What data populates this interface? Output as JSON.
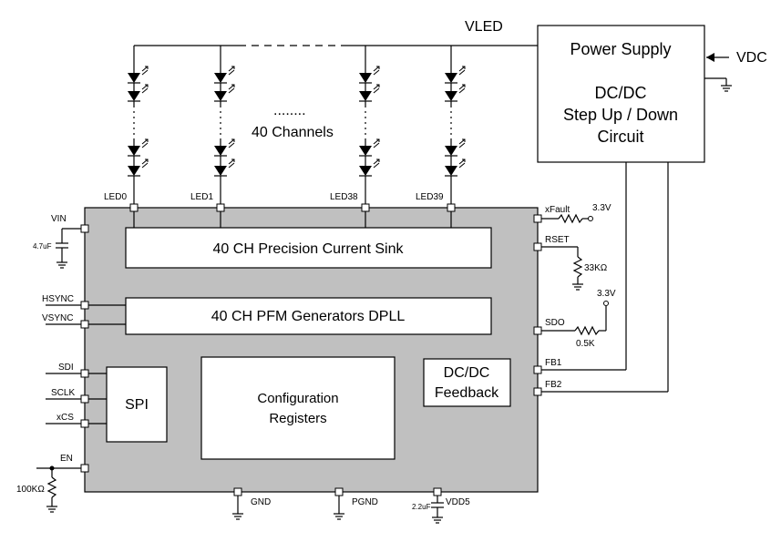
{
  "supply": {
    "title": "Power Supply",
    "line1": "DC/DC",
    "line2": "Step Up / Down",
    "line3": "Circuit",
    "vdc": "VDC",
    "vled": "VLED"
  },
  "channels": {
    "label": "40 Channels",
    "dots": "........",
    "leds": [
      "LED0",
      "LED1",
      "LED38",
      "LED39"
    ]
  },
  "blocks": {
    "current_sink": "40 CH Precision Current Sink",
    "pfm": "40 CH PFM Generators DPLL",
    "spi": "SPI",
    "config_line1": "Configuration",
    "config_line2": "Registers",
    "feedback_line1": "DC/DC",
    "feedback_line2": "Feedback"
  },
  "left_pins": {
    "vin": "VIN",
    "hsync": "HSYNC",
    "vsync": "VSYNC",
    "sdi": "SDI",
    "sclk": "SCLK",
    "xcs": "xCS",
    "en": "EN"
  },
  "right_pins": {
    "xfault": "xFault",
    "rset": "RSET",
    "sdo": "SDO",
    "fb1": "FB1",
    "fb2": "FB2"
  },
  "bottom_pins": {
    "gnd": "GND",
    "pgnd": "PGND",
    "vdd5": "VDD5"
  },
  "components": {
    "cap_vin": "4.7uF",
    "cap_vdd5": "2.2uF",
    "r_en": "100KΩ",
    "r_rset": "33KΩ",
    "r_sdo": "0.5K",
    "v_xfault": "3.3V",
    "v_sdo": "3.3V"
  }
}
